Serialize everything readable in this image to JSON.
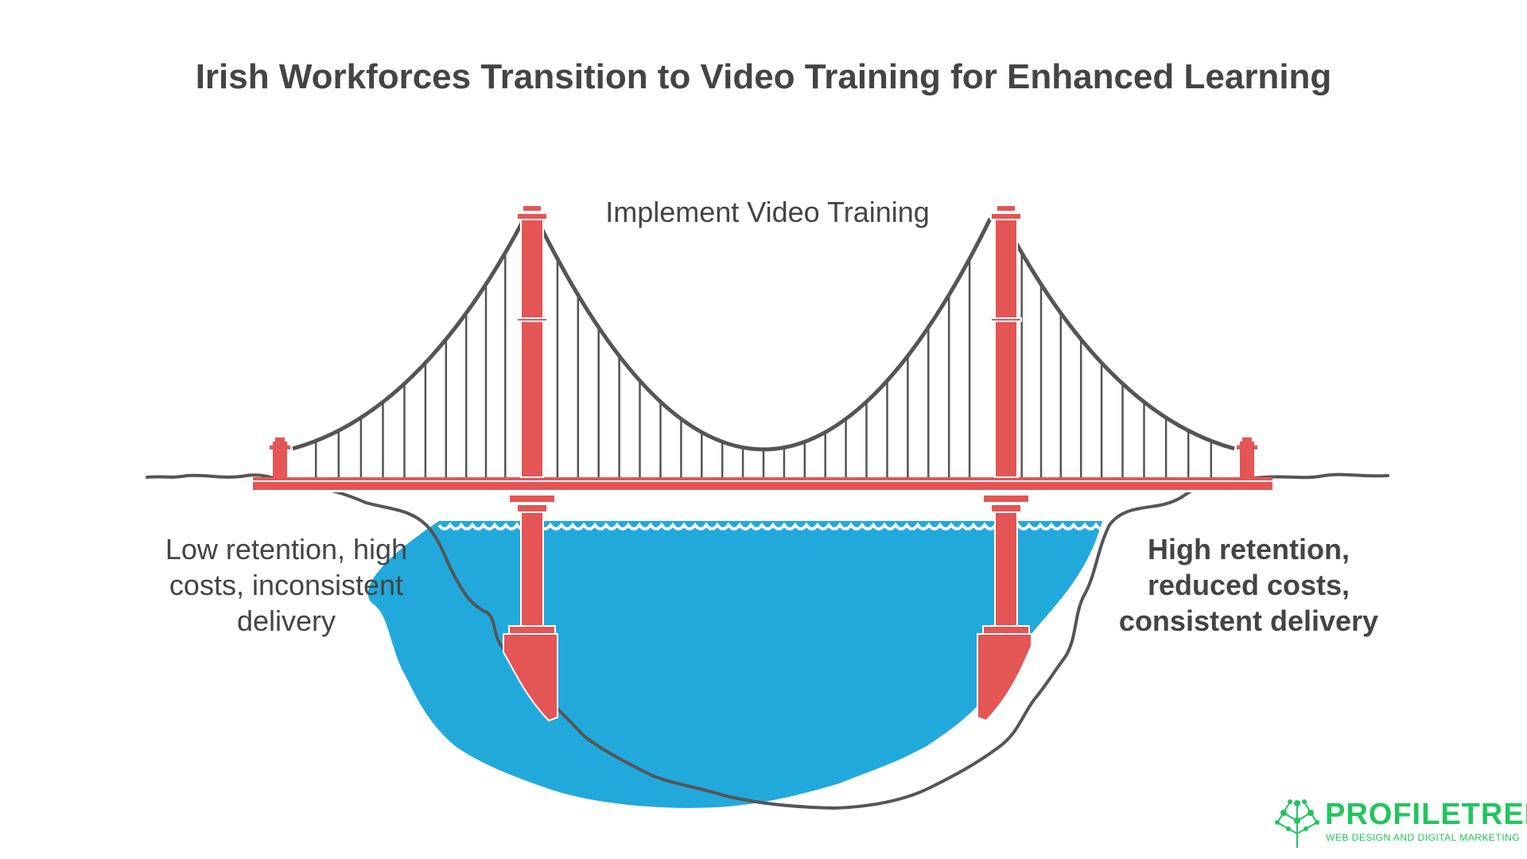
{
  "title": "Irish Workforces Transition to Video Training for Enhanced Learning",
  "bridge_label": "Implement Video Training",
  "left_state": "Low retention, high costs, inconsistent delivery",
  "right_state": "High retention, reduced costs, consistent delivery",
  "logo": {
    "name": "PROFILETREE",
    "tagline": "WEB DESIGN AND DIGITAL MARKETING"
  },
  "colors": {
    "tower": "#e45555",
    "water": "#22a9dc",
    "cable": "#555555",
    "text": "#444444",
    "brand": "#22c55e"
  },
  "icons": {
    "logo": "tree-network-icon"
  }
}
